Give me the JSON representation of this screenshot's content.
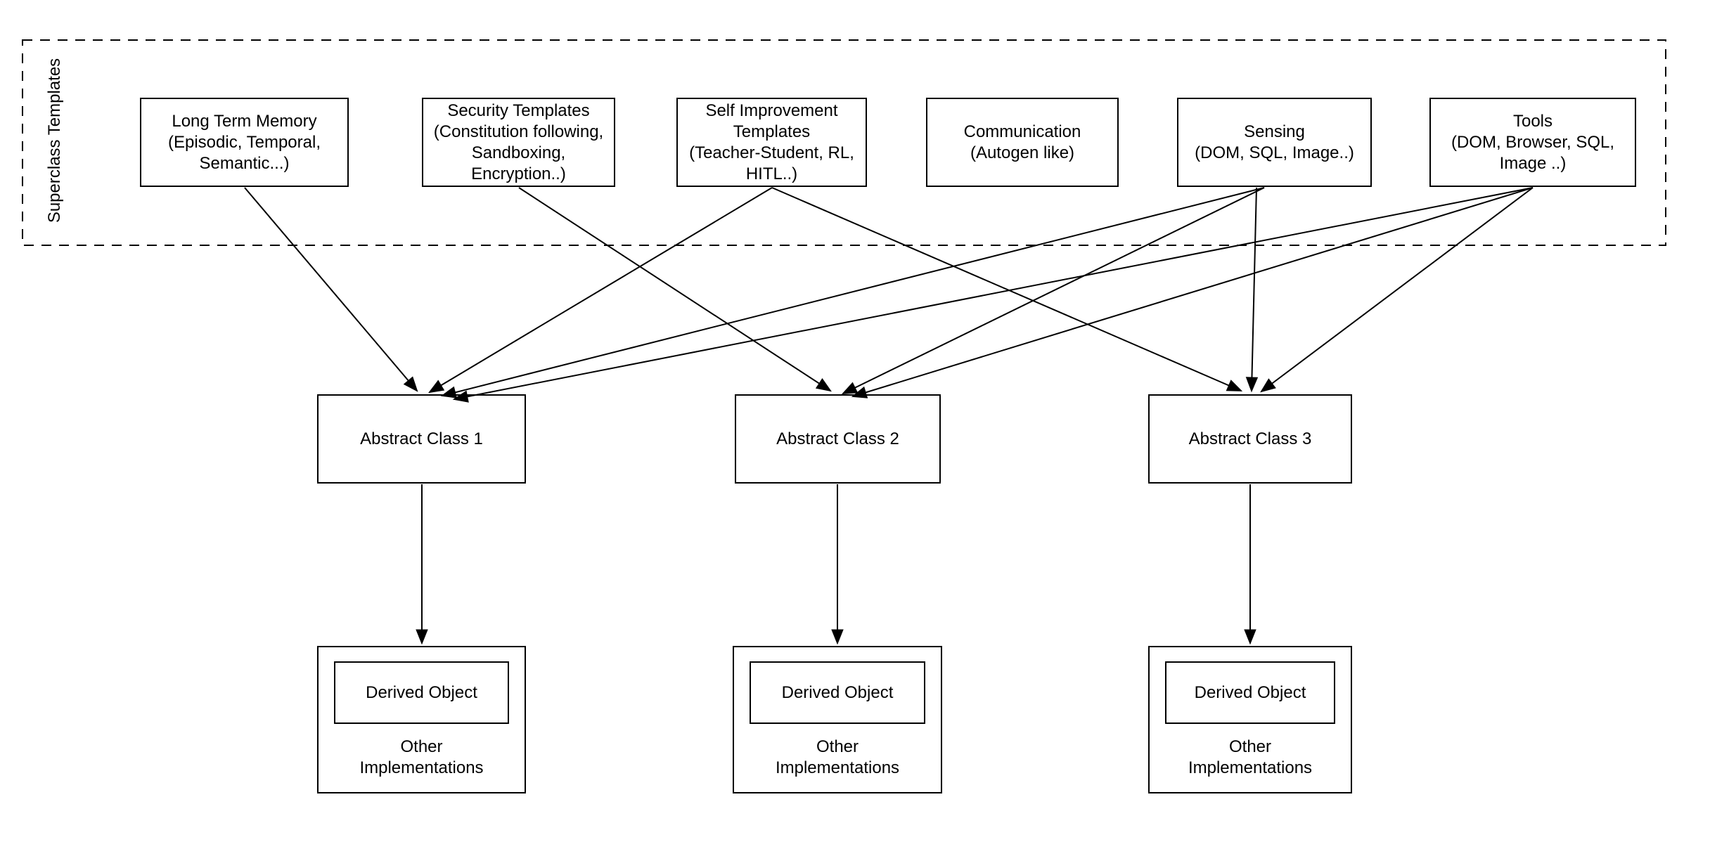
{
  "diagram": {
    "title_group_label": "Superclass Templates",
    "superclasses": [
      {
        "id": "ltm",
        "label": "Long Term Memory\n(Episodic, Temporal,\nSemantic...)"
      },
      {
        "id": "security",
        "label": "Security Templates\n(Constitution following,\nSandboxing,\nEncryption..)"
      },
      {
        "id": "self_improvement",
        "label": "Self Improvement\nTemplates\n(Teacher-Student, RL,\nHITL..)"
      },
      {
        "id": "communication",
        "label": "Communication\n(Autogen like)"
      },
      {
        "id": "sensing",
        "label": "Sensing\n(DOM, SQL, Image..)"
      },
      {
        "id": "tools",
        "label": "Tools\n(DOM, Browser, SQL,\nImage ..)"
      }
    ],
    "abstract_classes": [
      {
        "id": "ac1",
        "label": "Abstract Class 1"
      },
      {
        "id": "ac2",
        "label": "Abstract Class 2"
      },
      {
        "id": "ac3",
        "label": "Abstract Class 3"
      }
    ],
    "implementations": [
      {
        "id": "impl1",
        "derived_label": "Derived Object",
        "other_label": "Other\nImplementations"
      },
      {
        "id": "impl2",
        "derived_label": "Derived Object",
        "other_label": "Other\nImplementations"
      },
      {
        "id": "impl3",
        "derived_label": "Derived Object",
        "other_label": "Other\nImplementations"
      }
    ],
    "edges": [
      {
        "from": "ltm",
        "to": "ac1"
      },
      {
        "from": "self_improvement",
        "to": "ac1"
      },
      {
        "from": "sensing",
        "to": "ac1"
      },
      {
        "from": "tools",
        "to": "ac1"
      },
      {
        "from": "security",
        "to": "ac2"
      },
      {
        "from": "sensing",
        "to": "ac2"
      },
      {
        "from": "tools",
        "to": "ac2"
      },
      {
        "from": "self_improvement",
        "to": "ac3"
      },
      {
        "from": "sensing",
        "to": "ac3"
      },
      {
        "from": "tools",
        "to": "ac3"
      },
      {
        "from": "ac1",
        "to": "impl1"
      },
      {
        "from": "ac2",
        "to": "impl2"
      },
      {
        "from": "ac3",
        "to": "impl3"
      }
    ],
    "colors": {
      "stroke": "#000000",
      "background": "#ffffff"
    }
  }
}
